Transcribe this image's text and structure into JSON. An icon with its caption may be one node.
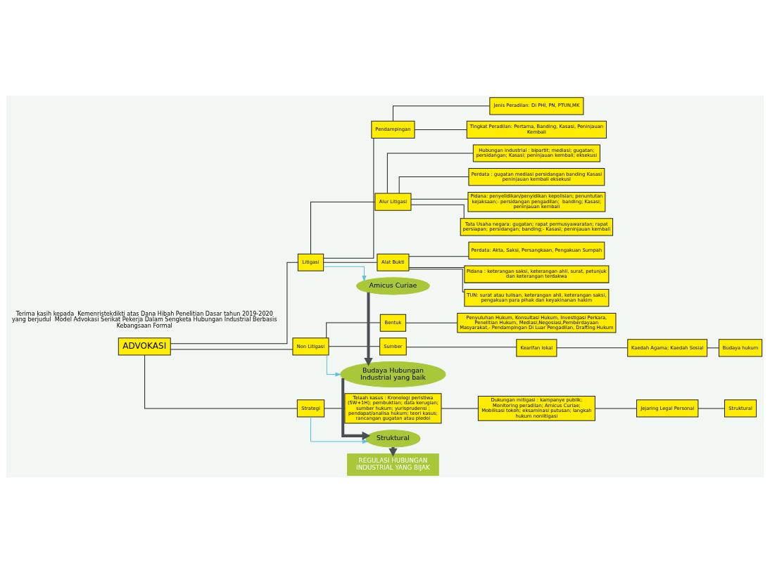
{
  "diagram": {
    "nodes": [
      {
        "text": [
          "ADVOKASI"
        ]
      },
      {
        "text": [
          "Litigasi"
        ]
      },
      {
        "text": [
          "Pendampingan"
        ]
      },
      {
        "text": [
          "Jenis Peradilan: Di PHI, PN, PTUN,MK"
        ]
      },
      {
        "text": [
          "Tingkat Peradilan: Pertama, Banding, Kasasi, Peninjauan Kembali"
        ]
      },
      {
        "text": [
          "Alur Litigasi"
        ]
      },
      {
        "text": [
          "Hubungan industrial : bipartit; mediasi; gugatan; persidangan; Kasasi; peninjauan kembali; eksekusi"
        ]
      },
      {
        "text": [
          "Perdata : gugatan mediasi persidangan banding Kasasi peninjauan kembali eksekusi"
        ]
      },
      {
        "text": [
          "Pidana: penyelidikan/penyidikan kepolisian; penuntutan kejaksaan;- persidangan pengadilan;  banding; Kasasi; peninjauan kembali"
        ]
      },
      {
        "text": [
          "Tata Usaha negara: gugatan; rapat permusyawaratan; rapat persiapan; persidangan; banding;- Kasasi; peninjauan kembali"
        ]
      },
      {
        "text": [
          "Alat Bukti"
        ]
      },
      {
        "text": [
          "Perdata: Akta, Saksi, Persangkaan, Pengakuan Sumpah"
        ]
      },
      {
        "text": [
          "Pidana : keterangan saksi, keterangan ahli, surat, petunjuk dan keterangan terdakwa"
        ]
      },
      {
        "text": [
          "TUN: surat atau tulisan, keterangan ahli, keterangan saksi, pengakuan para pihak dan keyakinanan hakim"
        ]
      },
      {
        "text": [
          "Non Litigasi"
        ]
      },
      {
        "text": [
          "Bentuk"
        ]
      },
      {
        "text": [
          "Penyuluhan Hukum, Konsultasi Hukum, Investigasi Perkara, Penelitian Hukum, Mediasi,Negosiasi,Pemberdayaan Masyarakat,- Pendampingan Di Luar Pengadilan, Drafting Hukum"
        ]
      },
      {
        "text": [
          "Sumber"
        ]
      },
      {
        "text": [
          "Kearifan lokal"
        ]
      },
      {
        "text": [
          "Kaedah Agama; Kaedah Sosial"
        ]
      },
      {
        "text": [
          "Budaya hukum"
        ]
      },
      {
        "text": [
          "Strategi"
        ]
      },
      {
        "text": [
          "Telaah kasus : Kronologi peristiwa (5W+1H); pembuktian; data kerugian; sumber hukum; yurisprudensi ; pendapat/analisa hukum; teori kasus; rancangan gugatan atau pledoi"
        ]
      },
      {
        "text": [
          "Dukungan mitigasi : kampanye publik; Monitoring peradilan; Amicus Curiae; Mobilisasi tokoh; eksaminasi putusan; langkah hukum nonlitigasi"
        ]
      },
      {
        "text": [
          "Jejaring Legal Personal"
        ]
      },
      {
        "text": [
          "Struktural"
        ]
      },
      {
        "text": [
          "Amicus Curiae"
        ]
      },
      {
        "text": [
          "Budaya Hubungan Industrial yang baik"
        ]
      },
      {
        "text": [
          "Struktural"
        ]
      },
      {
        "text": [
          "REGULASI HUBUNGAN INDUSTRIAL YANG BIJAK"
        ]
      }
    ],
    "edges": [
      {
        "from": 0,
        "to": 1,
        "arrow": "none"
      },
      {
        "from": 1,
        "to": 2,
        "arrow": "none"
      },
      {
        "from": 2,
        "to": 3,
        "arrow": "none"
      },
      {
        "from": 2,
        "to": 4,
        "arrow": "none"
      },
      {
        "from": 1,
        "to": 5,
        "arrow": "none"
      },
      {
        "from": 5,
        "to": 6,
        "arrow": "none"
      },
      {
        "from": 5,
        "to": 7,
        "arrow": "none"
      },
      {
        "from": 5,
        "to": 8,
        "arrow": "none"
      },
      {
        "from": 5,
        "to": 9,
        "arrow": "none"
      },
      {
        "from": 1,
        "to": 10,
        "arrow": "none"
      },
      {
        "from": 10,
        "to": 11,
        "arrow": "none"
      },
      {
        "from": 10,
        "to": 12,
        "arrow": "none"
      },
      {
        "from": 10,
        "to": 13,
        "arrow": "none"
      },
      {
        "from": 0,
        "to": 14,
        "arrow": "none"
      },
      {
        "from": 14,
        "to": 15,
        "arrow": "none"
      },
      {
        "from": 15,
        "to": 16,
        "arrow": "none"
      },
      {
        "from": 14,
        "to": 17,
        "arrow": "none"
      },
      {
        "from": 17,
        "to": 18,
        "arrow": "none"
      },
      {
        "from": 18,
        "to": 19,
        "arrow": "none"
      },
      {
        "from": 19,
        "to": 20,
        "arrow": "none"
      },
      {
        "from": 0,
        "to": 21,
        "arrow": "none"
      },
      {
        "from": 21,
        "to": 22,
        "arrow": "none"
      },
      {
        "from": 22,
        "to": 23,
        "arrow": "none"
      },
      {
        "from": 23,
        "to": 24,
        "arrow": "none"
      },
      {
        "from": 24,
        "to": 25,
        "arrow": "none"
      },
      {
        "from": 1,
        "to": 26,
        "arrow": "to",
        "color": "#5bc0de"
      },
      {
        "from": 14,
        "to": 27,
        "arrow": "to",
        "color": "#5bc0de"
      },
      {
        "from": 21,
        "to": 28,
        "arrow": "to",
        "color": "#5bc0de"
      },
      {
        "from": 26,
        "to": 27,
        "arrow": "to",
        "style": "thick",
        "color": "#4a4f55"
      },
      {
        "from": 27,
        "to": 28,
        "arrow": "to",
        "style": "thick",
        "color": "#4a4f55"
      },
      {
        "from": 28,
        "to": 29,
        "arrow": "to",
        "style": "thick",
        "color": "#4a4f55"
      }
    ],
    "labels": [
      "Terima kasih kepada  Kemenristekdikti atas Dana Hibah Penelitian Dasar tahun 2019-2020 yang berjudul  Model Advokasi Serikat Pekerja Dalam Sengketa Hubungan Industrial Berbasis Kebangsaan Formal"
    ]
  }
}
